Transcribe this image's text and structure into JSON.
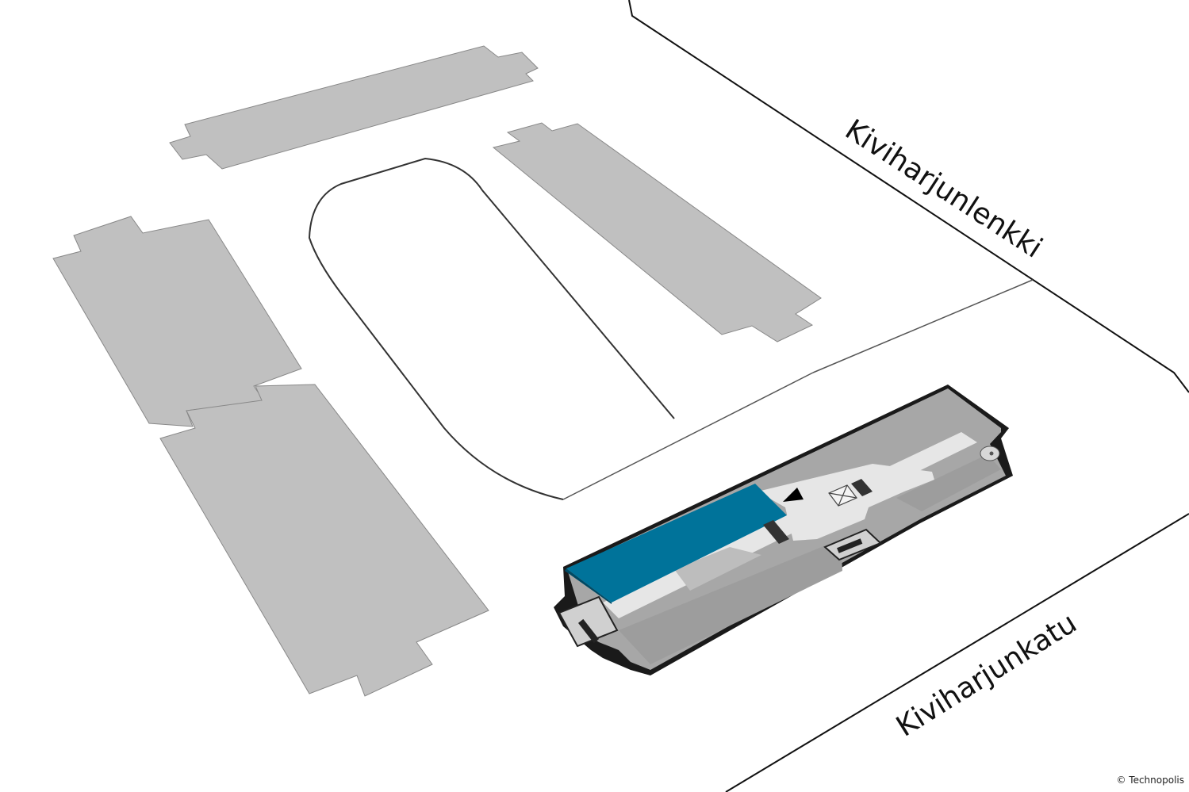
{
  "map": {
    "streets": [
      {
        "id": "kiviharjunlenkki",
        "name": "Kiviharjunlenkki"
      },
      {
        "id": "kiviharjunkatu",
        "name": "Kiviharjunkatu"
      }
    ],
    "highlighted_area_color": "#00739a",
    "building_gray": "#c0c0c0",
    "icons": [
      "entrance-arrow-icon",
      "elevator-icon",
      "stairs-icon"
    ]
  },
  "footer": {
    "copyright": "© Technopolis"
  }
}
